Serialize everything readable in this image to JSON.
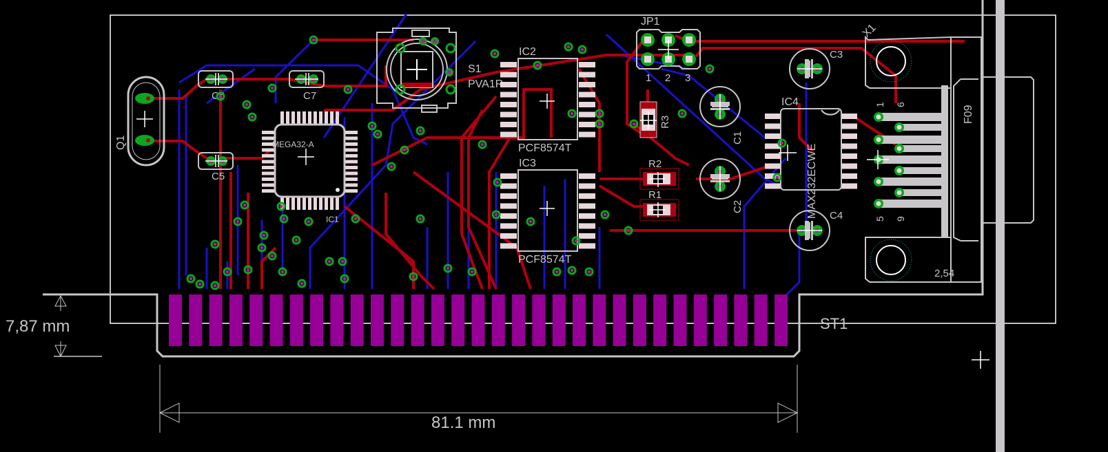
{
  "app": {
    "type": "PCB layout editor (board view)"
  },
  "colors": {
    "background": "#000000",
    "top_copper": "#b0000f",
    "bottom_copper": "#1a10c8",
    "edge_fingers": "#960096",
    "silkscreen": "#c8c6c8",
    "via_ring": "#0aa81e",
    "via_hole": "#b4189a",
    "smd_pad": "#e8d8dc",
    "mounting_hole_ring": "#1aa8a0",
    "frame": "#ffffff"
  },
  "components": {
    "q1": {
      "name": "Q1"
    },
    "c5": {
      "name": "C5"
    },
    "c6": {
      "name": "C6"
    },
    "c7": {
      "name": "C7"
    },
    "ic1": {
      "name": "IC1",
      "value": "MEGA32-A"
    },
    "s1": {
      "name": "S1",
      "value": "PVA1R"
    },
    "ic2": {
      "name": "IC2",
      "value": "PCF8574T"
    },
    "ic3": {
      "name": "IC3",
      "value": "PCF8574T"
    },
    "jp1": {
      "name": "JP1",
      "pins": [
        "1",
        "2",
        "3"
      ]
    },
    "r1": {
      "name": "R1"
    },
    "r2": {
      "name": "R2"
    },
    "r3": {
      "name": "R3"
    },
    "c1": {
      "name": "C1"
    },
    "c2": {
      "name": "C2"
    },
    "c3": {
      "name": "C3"
    },
    "c4": {
      "name": "C4"
    },
    "ic4": {
      "name": "IC4",
      "value": "MAX232ECWE"
    },
    "x1": {
      "name": "X1",
      "value": "F09",
      "pin_labels": [
        "1",
        "6",
        "5",
        "9"
      ],
      "pitch_label": "2,54"
    },
    "st1": {
      "name": "ST1",
      "finger_count": 31
    }
  },
  "dimensions": {
    "height": "7,87 mm",
    "width": "81.1 mm"
  }
}
